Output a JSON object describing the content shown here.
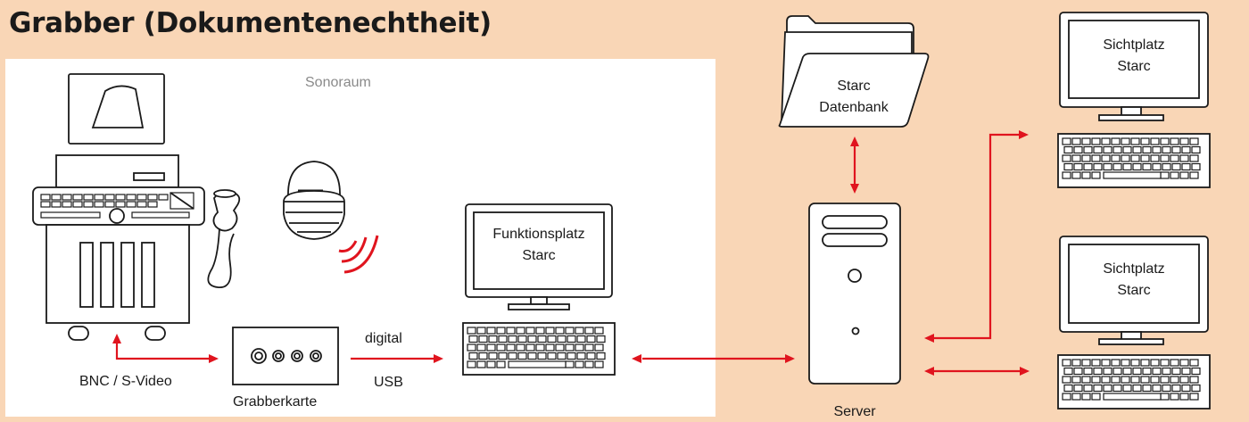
{
  "title": "Grabber (Dokumentenechtheit)",
  "room_label": "Sonoraum",
  "labels": {
    "grabber_card": "Grabberkarte",
    "connection_bnc": "BNC / S-Video",
    "transfer_top": "digital",
    "transfer_bottom": "USB",
    "workstation_line1": "Funktionsplatz",
    "workstation_line2": "Starc",
    "database_line1": "Starc",
    "database_line2": "Datenbank",
    "server": "Server",
    "viewer_top_line1": "Sichtplatz",
    "viewer_top_line2": "Starc",
    "viewer_bottom_line1": "Sichtplatz",
    "viewer_bottom_line2": "Starc"
  },
  "colors": {
    "background": "#f9d6b6",
    "room": "#ffffff",
    "arrow": "#e0141e",
    "line": "#1a1a1a"
  }
}
